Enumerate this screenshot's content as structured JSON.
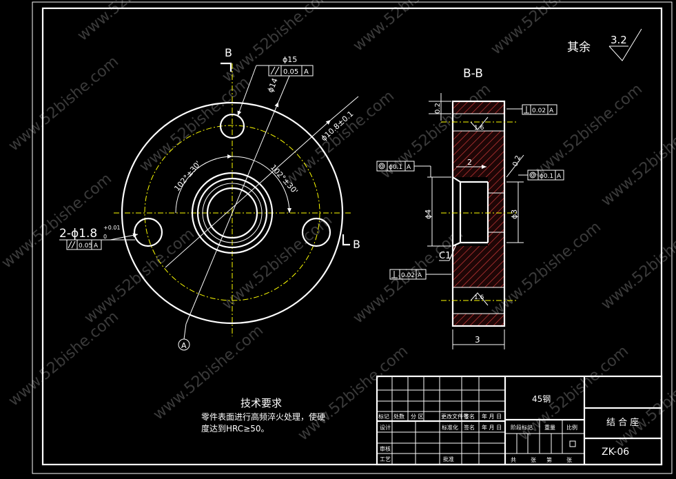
{
  "watermark": "www.52bishe.com",
  "top_right": {
    "label": "其余",
    "roughness": "3.2"
  },
  "front_view": {
    "section_marks": [
      "B",
      "B"
    ],
    "hole_callout": "2-ϕ1.8",
    "hole_tol_upper": "+0.01",
    "hole_tol_lower": "0",
    "hole_tol_parallel": "0.05",
    "hole_tol_letter": "A",
    "top_hole_dia": "ϕ15",
    "top_tol_value": "0.05",
    "top_tol_letter": "A",
    "dia_14": "ϕ14",
    "dia_108": "ϕ10.8±0.1",
    "angle_left": "102°±30'",
    "angle_right": "102°±30'",
    "datum": "A"
  },
  "section_view": {
    "title": "B-B",
    "tol_top_value": "0.02",
    "tol_top_letter": "A",
    "tol_left_value": "ϕ0.1",
    "tol_left_letter": "A",
    "tol_right_value": "ϕ0.1",
    "tol_right_letter": "A",
    "tol_bottom_value": "0.02",
    "tol_bottom_letter": "A",
    "dim_02a": "0.2",
    "dim_02b": "0.2",
    "dim_2": "2",
    "dim_4": "ϕ4",
    "dim_3": "ϕ3",
    "chamfer": "C1",
    "rough_top": "1.6",
    "rough_bottom": "1.6",
    "dim_width": "3"
  },
  "tech_req": {
    "title": "技术要求",
    "line1": "零件表面进行高频淬火处理，使硬",
    "line2": "度达到HRC≥50。"
  },
  "title_block": {
    "material": "45钢",
    "part_name": "结 合 座",
    "part_no": "ZK-06",
    "h_mark": "标记",
    "h_count": "处数",
    "h_zone": "分  区",
    "h_docno": "更改文件号",
    "h_sign": "签名",
    "h_date": "年 月 日",
    "design": "设计",
    "standard": "标准化",
    "sign2": "签名",
    "date2": "年 月 日",
    "stage": "阶段标记",
    "weight": "重量",
    "scale": "比例",
    "check": "审核",
    "process": "工艺",
    "approve": "批准",
    "total": "共",
    "sheets": "张",
    "page": "第",
    "sheets2": "张"
  }
}
